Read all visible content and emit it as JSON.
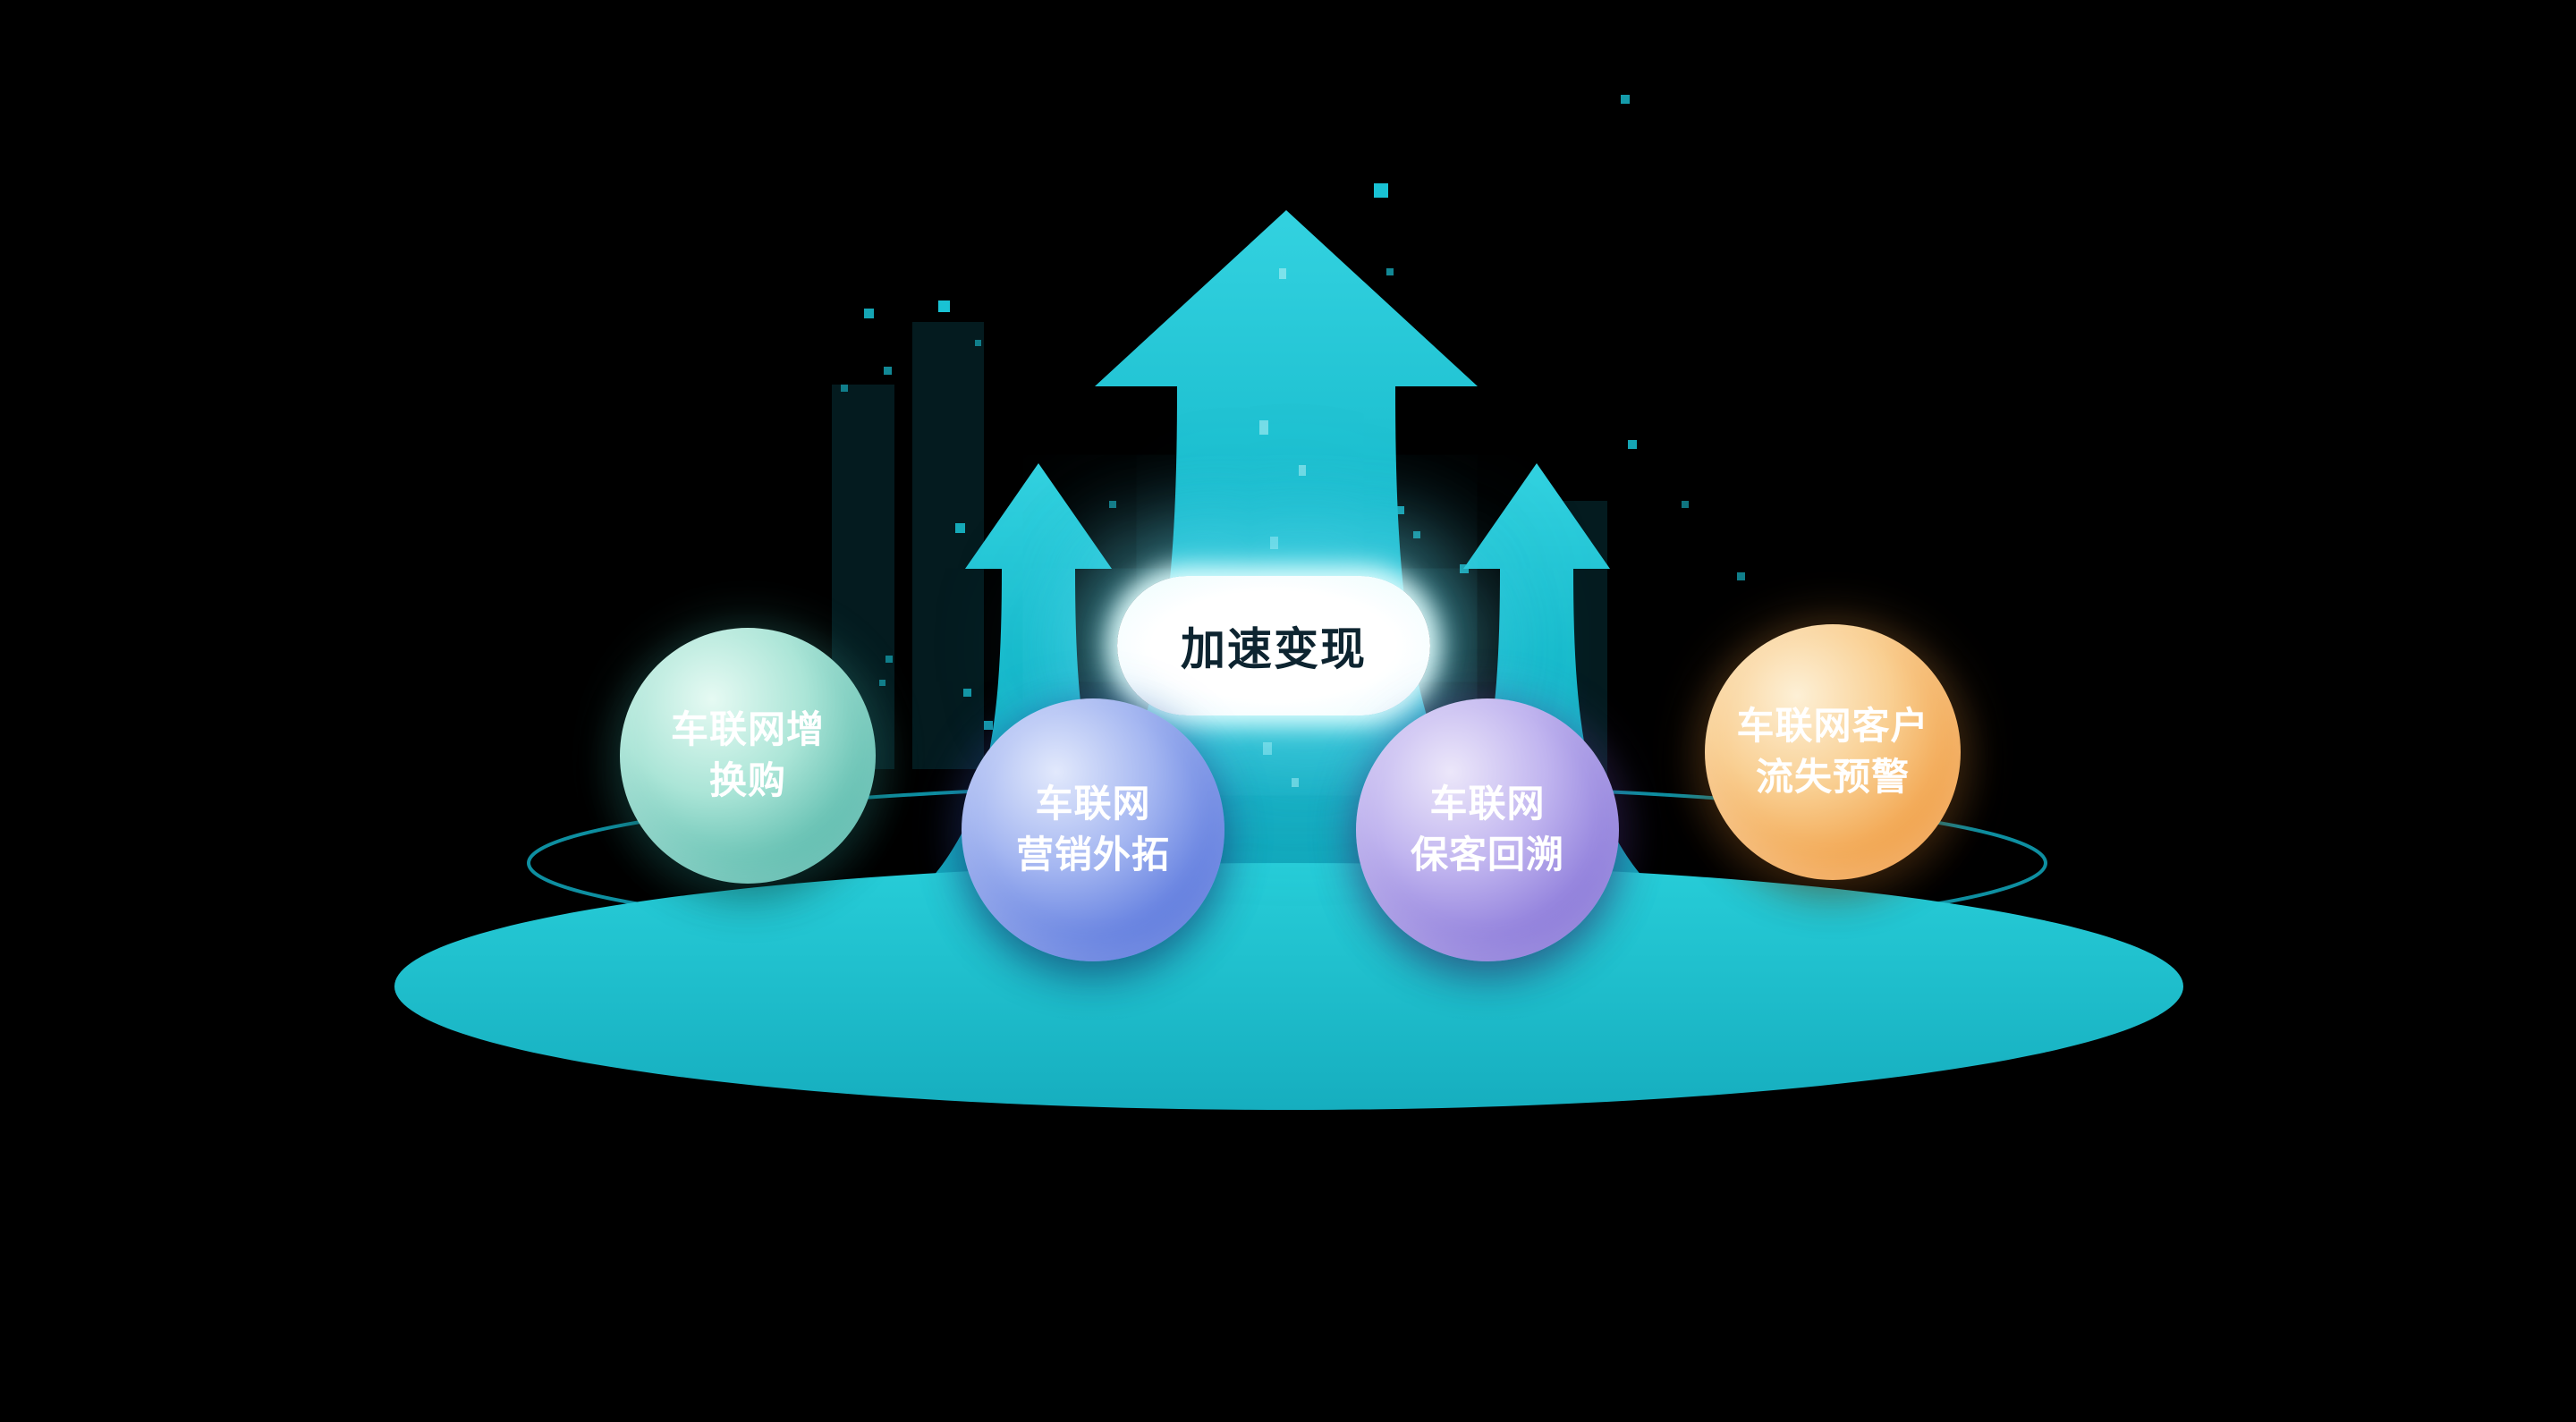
{
  "diagram": {
    "center_pill": {
      "label": "加速变现"
    },
    "spheres": [
      {
        "line1": "车联网增",
        "line2": "换购",
        "color": "#3fae9f"
      },
      {
        "line1": "车联网",
        "line2": "营销外拓",
        "color": "#4a6ad9"
      },
      {
        "line1": "车联网",
        "line2": "保客回溯",
        "color": "#7d6ad4"
      },
      {
        "line1": "车联网客户",
        "line2": "流失预警",
        "color": "#ef9434"
      }
    ],
    "colors": {
      "background": "#000000",
      "arrow": "#19bccd",
      "platform": "#1ec3cf",
      "pill_glow": "#aef4fb",
      "pill_text": "#0d2430"
    }
  }
}
